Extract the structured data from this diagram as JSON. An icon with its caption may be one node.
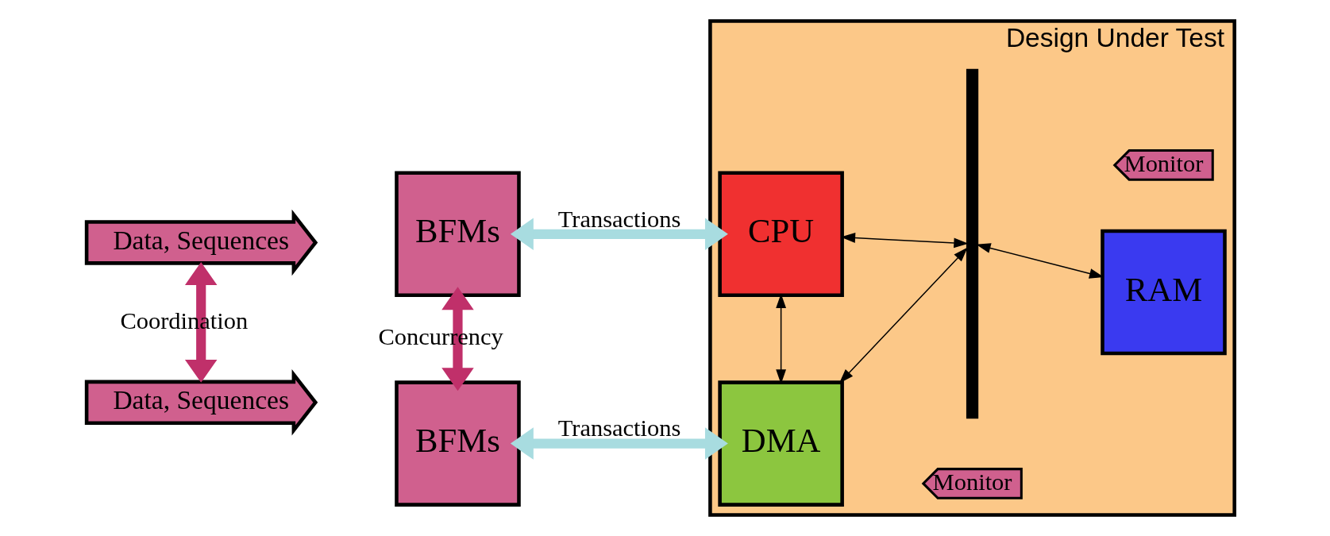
{
  "diagram": {
    "nodes": [
      {
        "text": [
          "Design Under Test"
        ]
      },
      {
        "text": [
          "Data, Sequences"
        ]
      },
      {
        "text": [
          "BFMs"
        ]
      },
      {
        "text": [
          "Data, Sequences"
        ]
      },
      {
        "text": [
          "BFMs"
        ]
      },
      {
        "text": [
          "CPU"
        ],
        "in": 0
      },
      {
        "text": [
          "DMA"
        ],
        "in": 0
      },
      {
        "text": [
          "RAM"
        ],
        "in": 0
      },
      {
        "text": [],
        "shape": "bar",
        "in": 0
      },
      {
        "text": [
          "Monitor"
        ],
        "in": 0
      },
      {
        "text": [
          "Monitor"
        ],
        "in": 0
      }
    ],
    "edges": [
      {
        "from": 1,
        "to": 3,
        "arrow": "both",
        "label": "Coordination",
        "style": "thick",
        "color": "#c0306a"
      },
      {
        "from": 2,
        "to": 4,
        "arrow": "both",
        "label": "Concurrency",
        "style": "thick",
        "color": "#c0306a"
      },
      {
        "from": 2,
        "to": 5,
        "arrow": "both",
        "label": "Transactions",
        "style": "thick",
        "color": "#a8dce0"
      },
      {
        "from": 4,
        "to": 6,
        "arrow": "both",
        "label": "Transactions",
        "style": "thick",
        "color": "#a8dce0"
      },
      {
        "from": 5,
        "to": 8,
        "arrow": "both"
      },
      {
        "from": 5,
        "to": 6,
        "arrow": "both"
      },
      {
        "from": 6,
        "to": 8,
        "arrow": "both"
      },
      {
        "from": 8,
        "to": 7,
        "arrow": "both"
      }
    ]
  }
}
